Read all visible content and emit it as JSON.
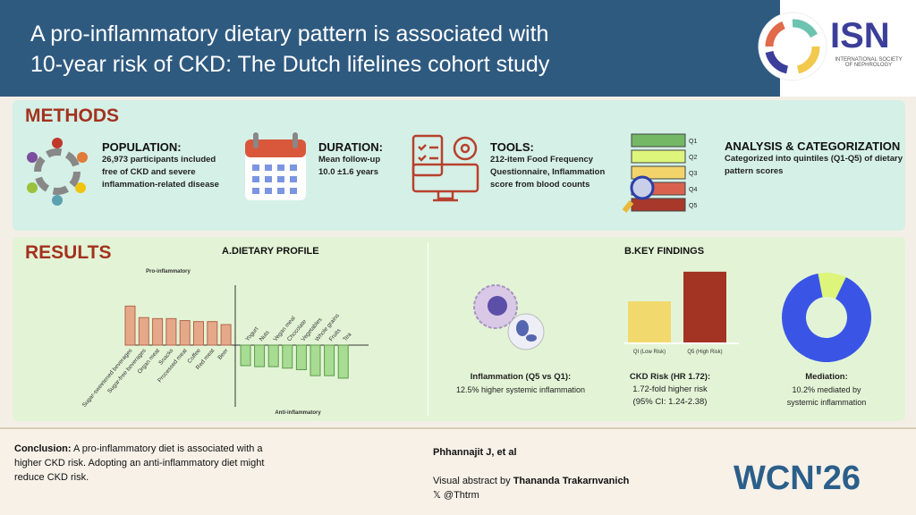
{
  "header": {
    "title_line1": "A pro-inflammatory dietary pattern is associated with",
    "title_line2": "10-year risk of CKD: The Dutch lifelines cohort study",
    "logo_text": "ISN",
    "logo_subtitle_1": "INTERNATIONAL SOCIETY",
    "logo_subtitle_2": "OF NEPHROLOGY"
  },
  "methods": {
    "title": "METHODS",
    "population": {
      "heading": "POPULATION:",
      "l1": "26,973 participants included",
      "l2": "free of CKD and severe",
      "l3": "inflammation-related disease"
    },
    "duration": {
      "heading": "DURATION:",
      "l1": "Mean follow-up",
      "l2": "10.0 ±1.6 years"
    },
    "tools": {
      "heading": "TOOLS:",
      "l1": "212-item Food Frequency",
      "l2": "Questionnaire, Inflammation",
      "l3": "score from blood counts"
    },
    "analysis": {
      "heading": "ANALYSIS & CATEGORIZATION",
      "l1": "Categorized into quintiles (Q1-Q5) of dietary",
      "l2": "pattern scores",
      "quintiles": [
        "Q1",
        "Q2",
        "Q3",
        "Q4",
        "Q5"
      ],
      "quintile_colors": [
        "#74b866",
        "#ddf57a",
        "#f2d46a",
        "#d9624f",
        "#a8382a"
      ]
    }
  },
  "results": {
    "title": "RESULTS",
    "dietary_title": "A.DIETARY PROFILE",
    "findings_title": "B.KEY FINDINGS",
    "inflammation": {
      "heading": "Inflammation (Q5 vs Q1):",
      "text": "12.5% higher systemic inflammation"
    },
    "ckd": {
      "heading": "CKD Risk (HR 1.72):",
      "l1": "1.72-fold higher risk",
      "l2": "(95% CI: 1.24-2.38)",
      "q1_label": "QI (Low Risk)",
      "q5_label": "Q5 (High Risk)"
    },
    "mediation": {
      "heading": "Mediation:",
      "l1": "10.2% mediated by",
      "l2": "systemic inflammation"
    }
  },
  "chart_data": [
    {
      "type": "bar",
      "title": "A.DIETARY PROFILE",
      "pro_label": "Pro-inflammatory",
      "anti_label": "Anti-inflammatory",
      "categories": [
        "Sugar-sweetened beverages",
        "Sugar-free beverages",
        "Organ meat",
        "Snacks",
        "Processed meat",
        "Coffee",
        "Red meat",
        "Beer",
        "Yogurt",
        "Nuts",
        "Vegan meal",
        "Chocolate",
        "Vegetables",
        "Whole grains",
        "Fruits",
        "Tea"
      ],
      "values": [
        7.8,
        5.5,
        5.3,
        5.3,
        4.9,
        4.7,
        4.7,
        4.1,
        -4.1,
        -4.3,
        -4.3,
        -4.6,
        -4.9,
        -6.1,
        -6.1,
        -6.6
      ],
      "colors": {
        "pro": "#e5a98a",
        "anti": "#a7dc92"
      }
    },
    {
      "type": "bar",
      "categories": [
        "QI (Low Risk)",
        "Q5 (High Risk)"
      ],
      "values": [
        1.0,
        1.72
      ],
      "colors": [
        "#f2d96e",
        "#a33423"
      ]
    },
    {
      "type": "pie",
      "values": [
        89.8,
        10.2
      ],
      "colors": [
        "#3a55e6",
        "#ddf57a"
      ]
    }
  ],
  "footer": {
    "conclusion_label": "Conclusion:",
    "conclusion_l1": " A pro-inflammatory diet is associated with a",
    "conclusion_l2": "higher CKD risk. Adopting an anti-inflammatory diet might",
    "conclusion_l3": "reduce CKD risk.",
    "authors": "Phhannajit J, et al",
    "credit_prefix": "Visual abstract by ",
    "credit_name": "Thananda Trakarnvanich",
    "handle": "@Thtrm",
    "wcn": "WCN'26"
  }
}
